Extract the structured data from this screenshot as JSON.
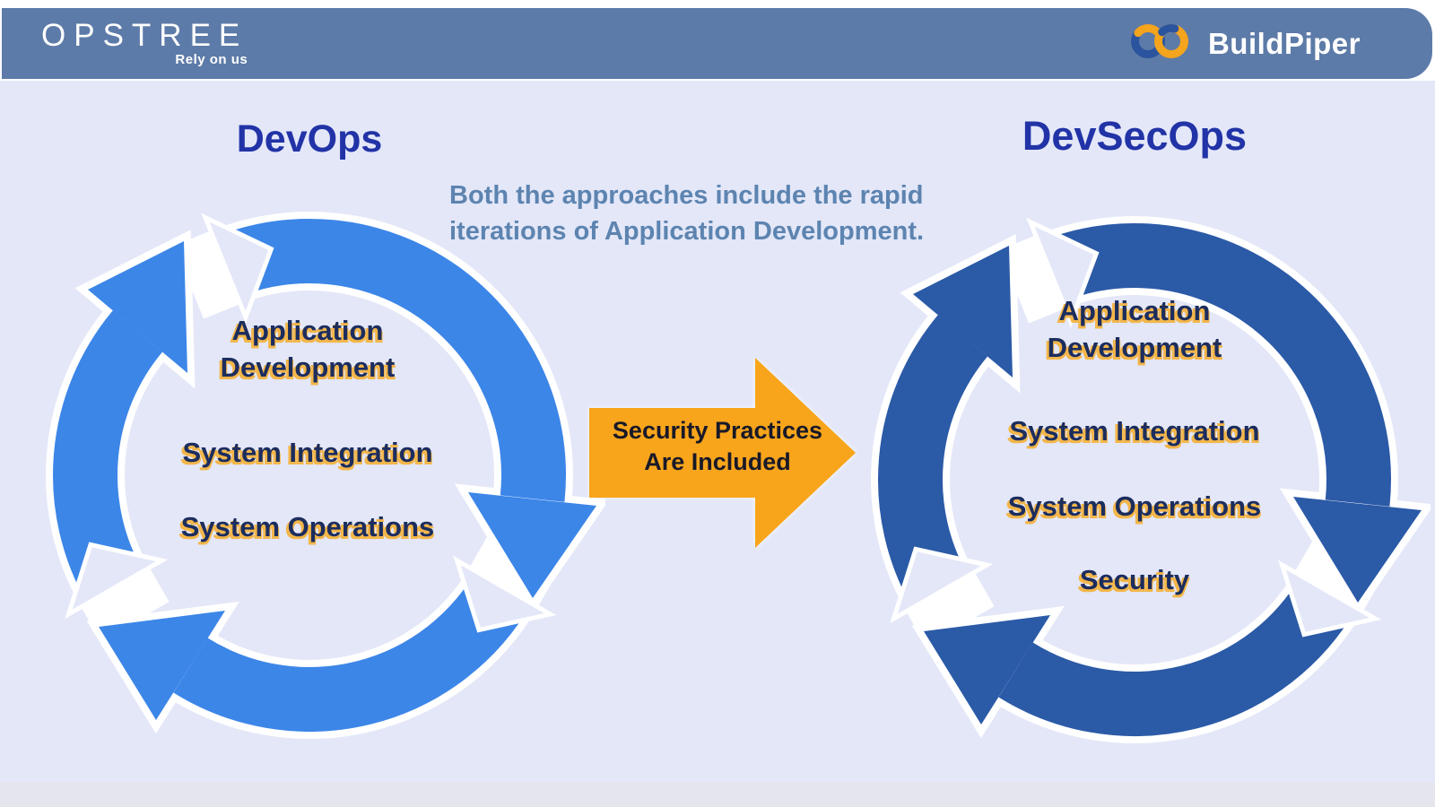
{
  "header": {
    "opstree": {
      "logo_text": "OPSTREE",
      "tagline": "Rely on us"
    },
    "buildpiper": {
      "name": "BuildPiper"
    }
  },
  "note_lines": [
    "Both the approaches include the rapid",
    "iterations of Application Development."
  ],
  "devops": {
    "title": "DevOps",
    "items": [
      "Application Development",
      "System Integration",
      "System Operations"
    ]
  },
  "devsecops": {
    "title": "DevSecOps",
    "items": [
      "Application Development",
      "System Integration",
      "System Operations",
      "Security"
    ]
  },
  "arrow": {
    "lines": [
      "Security Practices",
      "Are Included"
    ]
  },
  "colors": {
    "header_bar": "#5d7ba8",
    "background": "#e3e7f8",
    "bottom_strip": "#e5e5ed",
    "devops_ring": "#3c86e8",
    "devsecops_ring": "#2b5aa7",
    "accent_orange": "#f8a51b",
    "title_blue": "#2133a6",
    "item_text_navy": "#1c2d5e",
    "item_shadow_yellow": "#f3b64a",
    "note_steel_blue": "#5d84b0"
  }
}
